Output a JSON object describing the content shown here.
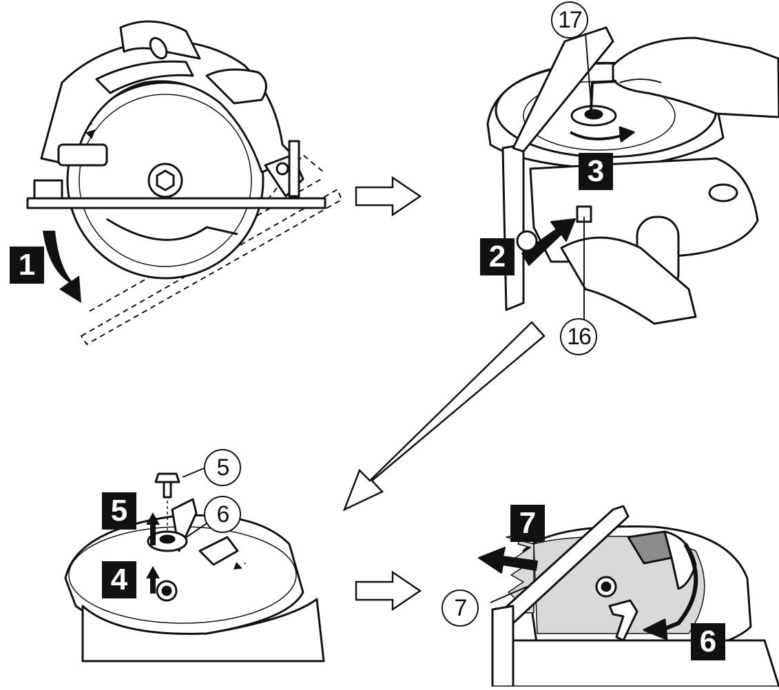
{
  "panels": {
    "top_left": {
      "step_badges": [
        "1"
      ]
    },
    "top_right": {
      "step_badges": [
        "2",
        "3"
      ],
      "callouts": [
        "17",
        "16"
      ]
    },
    "bottom_left": {
      "step_badges": [
        "5",
        "4"
      ],
      "callouts": [
        "5",
        "6"
      ]
    },
    "bottom_right": {
      "step_badges": [
        "7",
        "6"
      ],
      "callouts": [
        "7"
      ]
    }
  },
  "tool_markings": {
    "depth_scale_label": "▶ ̀̀̀"
  },
  "colors": {
    "ink": "#111111",
    "paper": "#ffffff",
    "blade_shade": "#d9d9d9",
    "glove_shade": "#8c8c8c"
  },
  "icons": [
    "saw-body-icon",
    "hand-icon",
    "glove-icon",
    "bolt-icon",
    "washer-icon",
    "hex-wrench-icon",
    "lever-icon",
    "blade-guard-icon"
  ]
}
